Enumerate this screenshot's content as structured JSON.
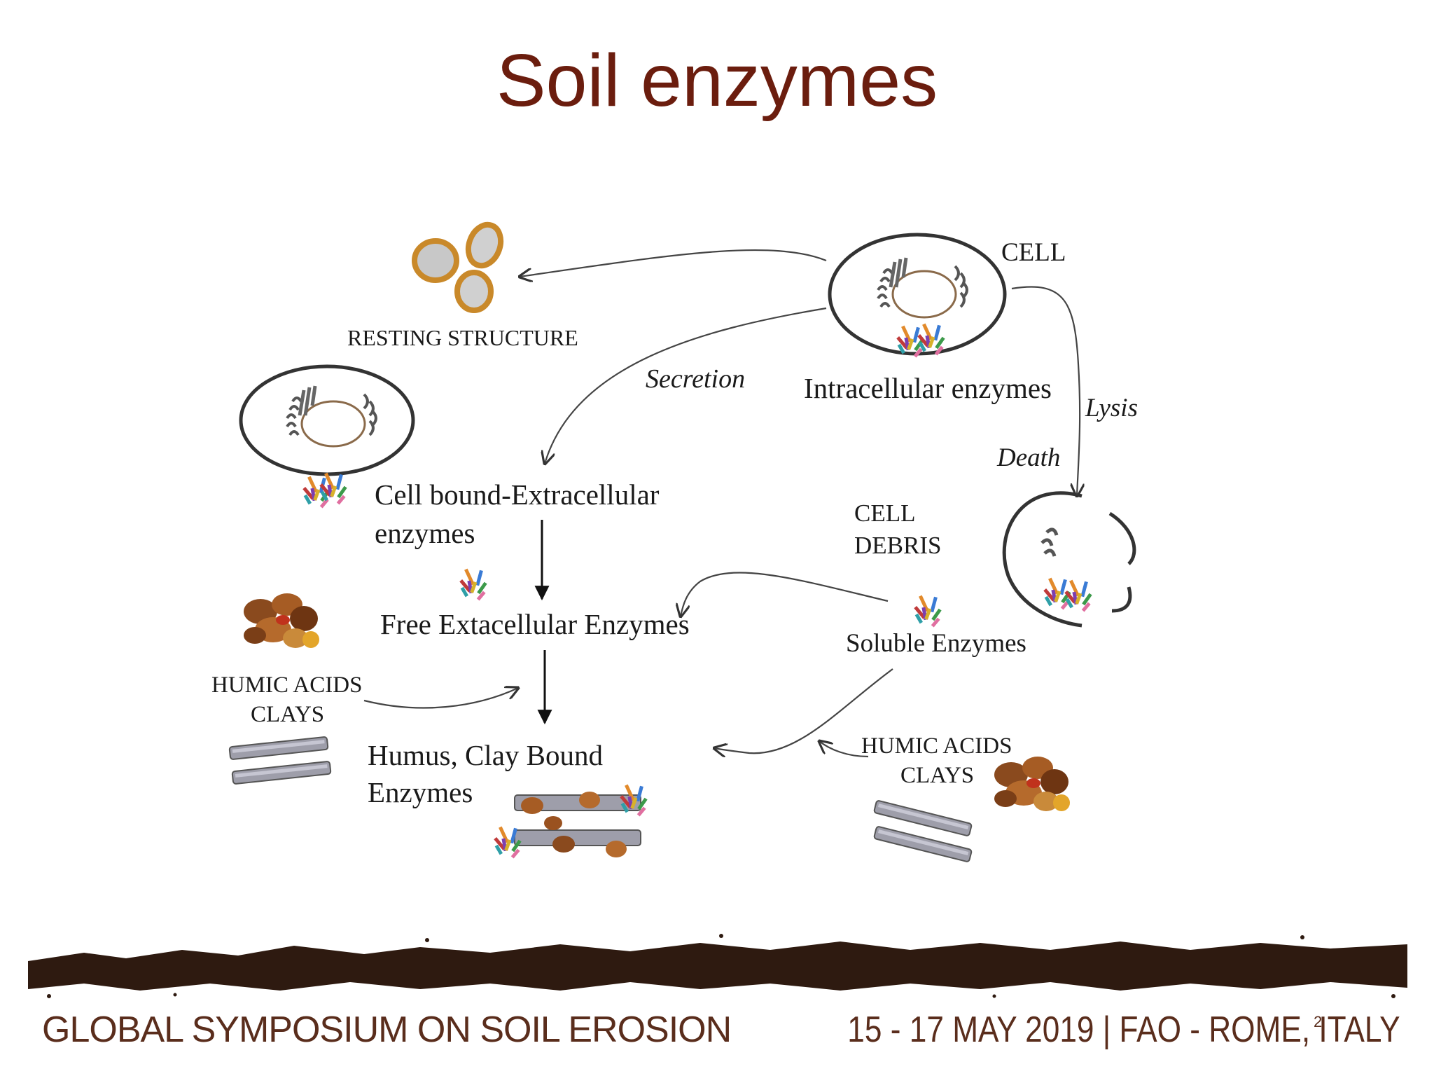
{
  "slide": {
    "title": "Soil enzymes",
    "page_number": "2"
  },
  "diagram": {
    "labels": {
      "cell": "CELL",
      "resting_structure": "RESTING STRUCTURE",
      "secretion": "Secretion",
      "intracellular": "Intracellular enzymes",
      "lysis": "Lysis",
      "death": "Death",
      "cell_bound_1": "Cell bound-Extracellular",
      "cell_bound_2": "enzymes",
      "cell_debris_1": "CELL",
      "cell_debris_2": "DEBRIS",
      "free_extracellular": "Free Extacellular Enzymes",
      "soluble": "Soluble Enzymes",
      "humic_left_1": "HUMIC ACIDS",
      "humic_left_2": "CLAYS",
      "humus_bound_1": "Humus, Clay Bound",
      "humus_bound_2": "Enzymes",
      "humic_right_1": "HUMIC ACIDS",
      "humic_right_2": "CLAYS"
    }
  },
  "footer": {
    "left": "GLOBAL SYMPOSIUM ON SOIL EROSION",
    "right": "15 - 17 MAY 2019 | FAO - ROME, ITALY"
  },
  "colors": {
    "title": "#6b1d0e",
    "footer_text": "#5a2d1c",
    "soil": "#2e1a10"
  }
}
